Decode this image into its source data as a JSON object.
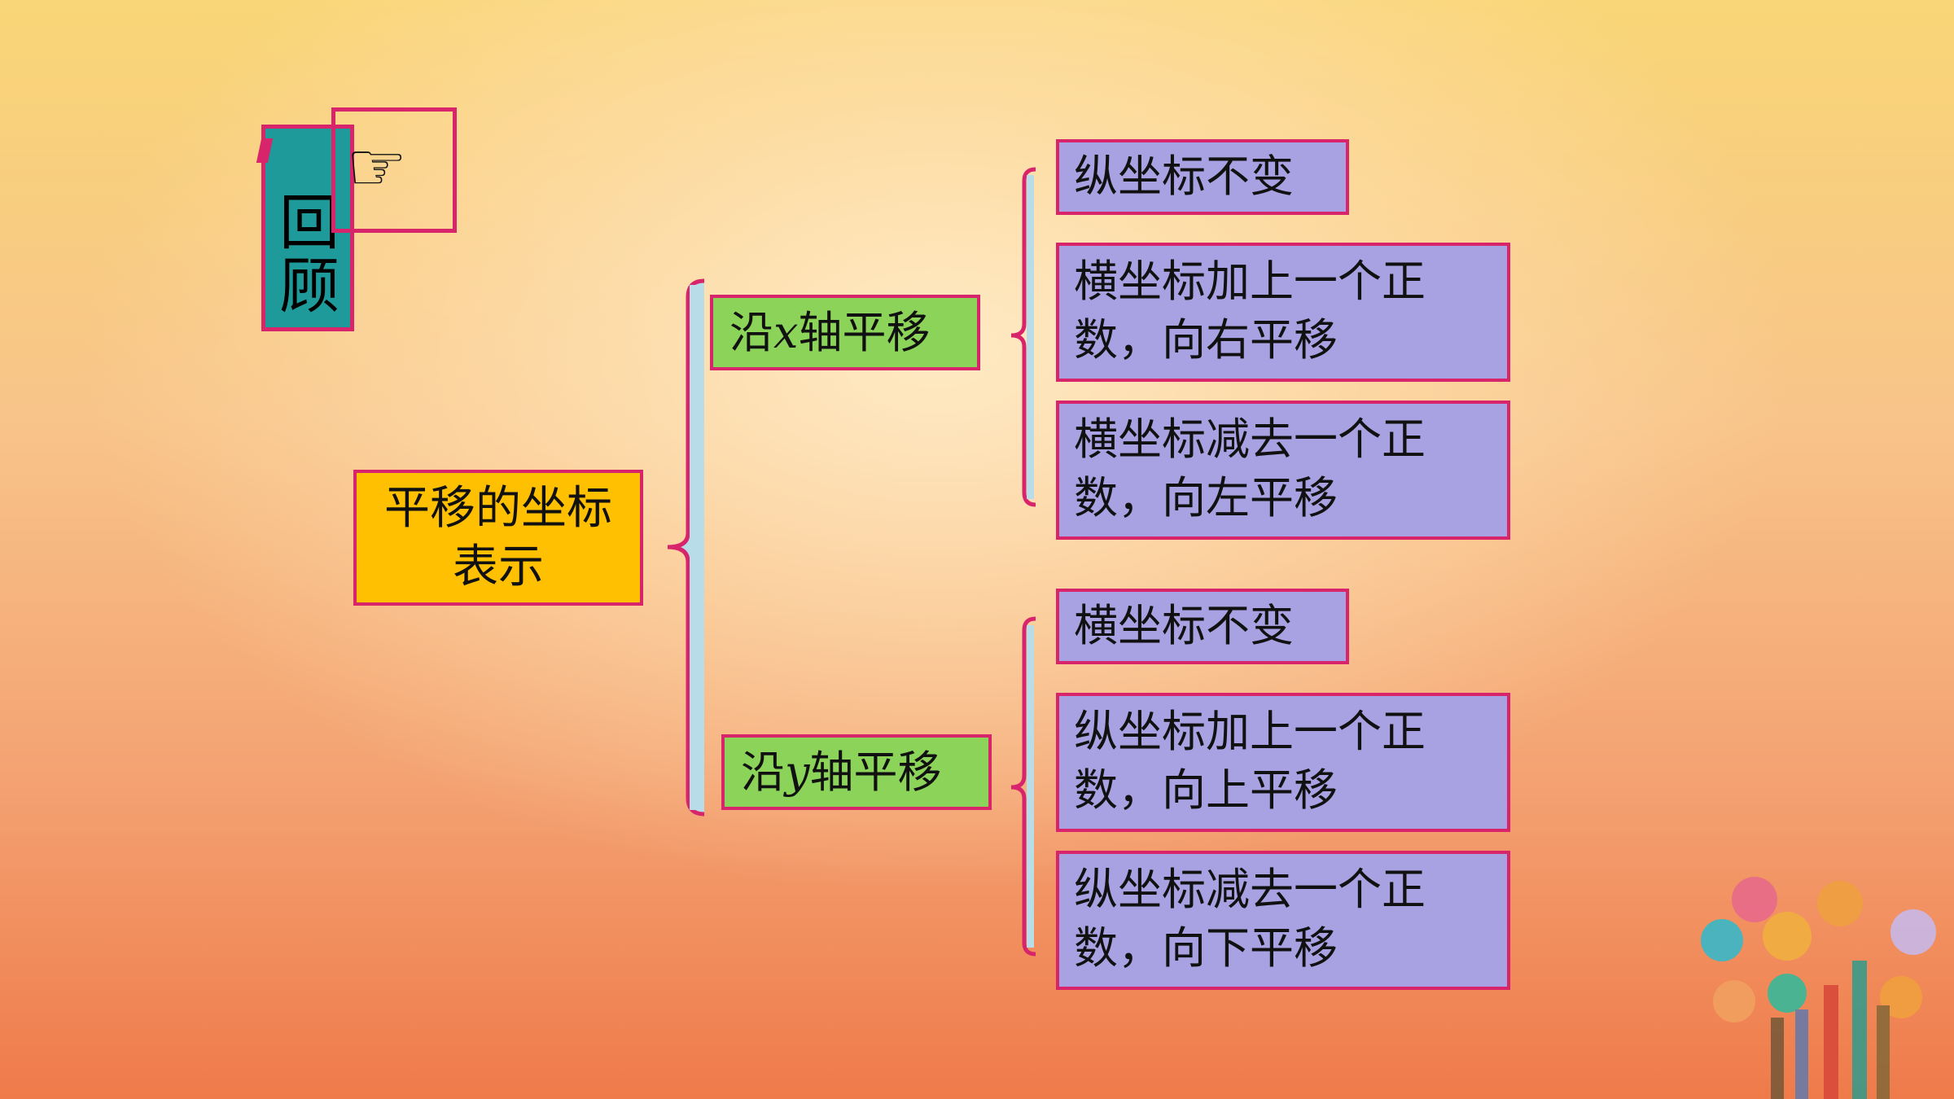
{
  "review": {
    "label": "回顾",
    "icon": "pointing-hand-icon",
    "glyph": "☞"
  },
  "root": {
    "label": "平移的坐标表示",
    "line1": "平移的坐标",
    "line2": "表示"
  },
  "branches": [
    {
      "label_prefix": "沿",
      "axis": "x",
      "label_suffix": "轴平移",
      "items": [
        {
          "line1": "纵坐标不变"
        },
        {
          "line1": "横坐标加上一个正",
          "line2": "数，向右平移"
        },
        {
          "line1": "横坐标减去一个正",
          "line2": "数，向左平移"
        }
      ]
    },
    {
      "label_prefix": "沿",
      "axis": "y",
      "label_suffix": "轴平移",
      "items": [
        {
          "line1": "横坐标不变"
        },
        {
          "line1": "纵坐标加上一个正",
          "line2": "数，向上平移"
        },
        {
          "line1": "纵坐标减去一个正",
          "line2": "数，向下平移"
        }
      ]
    }
  ],
  "colors": {
    "border": "#d8246a",
    "root_fill": "#fec000",
    "branch_fill": "#8cd35a",
    "leaf_fill": "#a8a2e2",
    "review_fill": "#1e9a9a",
    "bracket_fill": "#b8dce8"
  }
}
